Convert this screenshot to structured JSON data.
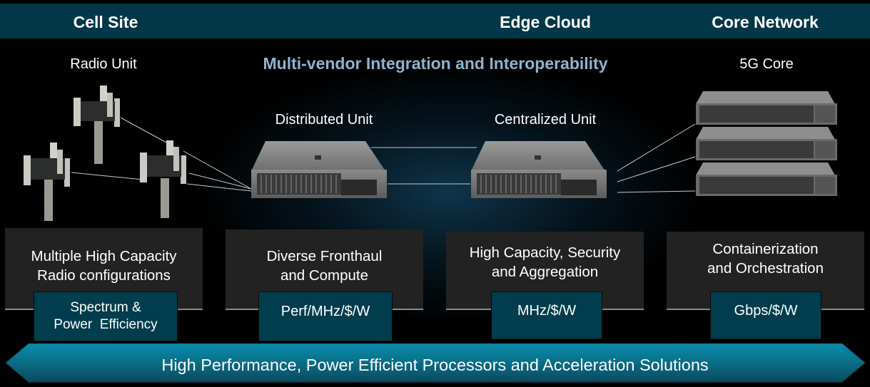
{
  "header": {
    "sections": [
      "Cell Site",
      "Edge Cloud",
      "Core Network"
    ]
  },
  "subtitle": "Multi-vendor Integration and Interoperability",
  "components": {
    "radio_unit": "Radio Unit",
    "distributed_unit": "Distributed Unit",
    "centralized_unit": "Centralized Unit",
    "core": "5G Core"
  },
  "cards": [
    {
      "lines": [
        "Multiple High Capacity",
        "Radio configurations"
      ],
      "metric": [
        "Spectrum &",
        "Power  Efficiency"
      ]
    },
    {
      "lines": [
        "Diverse Fronthaul",
        "and Compute"
      ],
      "metric": [
        "Perf/MHz/$/W"
      ]
    },
    {
      "lines": [
        "High Capacity, Security",
        "and Aggregation"
      ],
      "metric": [
        "MHz/$/W"
      ]
    },
    {
      "lines": [
        "Containerization",
        "and Orchestration"
      ],
      "metric": [
        "Gbps/$/W"
      ]
    }
  ],
  "foundation": "High Performance, Power Efficient Processors and Acceleration Solutions",
  "colors": {
    "header_bg": "#013746",
    "subtitle": "#8fb3cc",
    "card_bg": "#222222",
    "metric_bg": "#003d4d",
    "arrow_top": "#0a8fae",
    "arrow_bottom": "#0b4a5e"
  }
}
